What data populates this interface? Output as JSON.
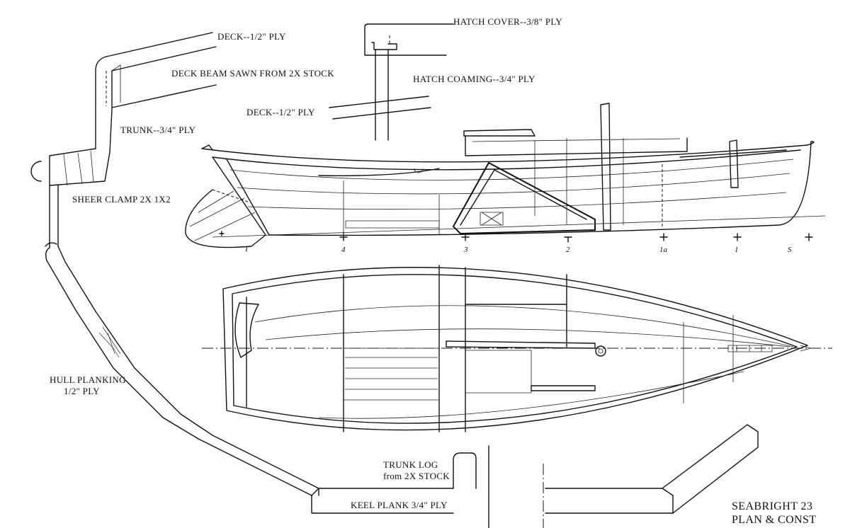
{
  "labels": {
    "deck_top": "DECK--1/2\" PLY",
    "deck_beam": "DECK BEAM SAWN FROM 2X STOCK",
    "trunk": "TRUNK--3/4\" PLY",
    "sheer_clamp": "SHEER CLAMP 2X 1X2",
    "hull_planking_1": "HULL PLANKING",
    "hull_planking_2": "1/2\" PLY",
    "hatch_cover": "HATCH COVER--3/8\" PLY",
    "hatch_coaming": "HATCH COAMING--3/4\" PLY",
    "deck_mid": "DECK--1/2\" PLY",
    "trunk_log_1": "TRUNK LOG",
    "trunk_log_2": "from 2X STOCK",
    "keel_plank": "KEEL PLANK 3/4\" PLY"
  },
  "stations": [
    "T",
    "4",
    "3",
    "2",
    "1a",
    "1",
    "S"
  ],
  "title": {
    "line1": "SEABRIGHT 23",
    "line2": "PLAN & CONST"
  }
}
